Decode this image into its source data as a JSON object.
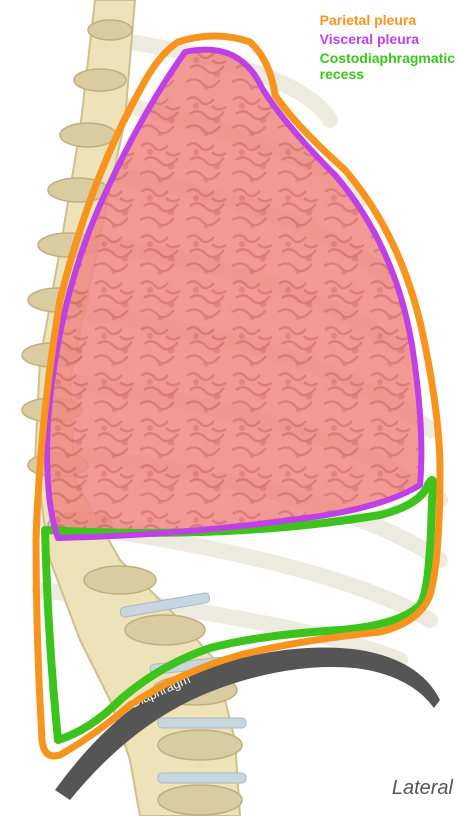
{
  "legend": {
    "parietal": "Parietal pleura",
    "visceral": "Visceral pleura",
    "recess_line1": "Costodiaphragmatic",
    "recess_line2": "recess"
  },
  "labels": {
    "diaphragm": "Diaphragm",
    "view": "Lateral"
  },
  "colors": {
    "parietal": "#f7941d",
    "visceral": "#c040e8",
    "recess": "#3cc31c",
    "lung_fill": "#f08a86",
    "bone": "#eee2b8",
    "diaphragm": "#555555"
  }
}
